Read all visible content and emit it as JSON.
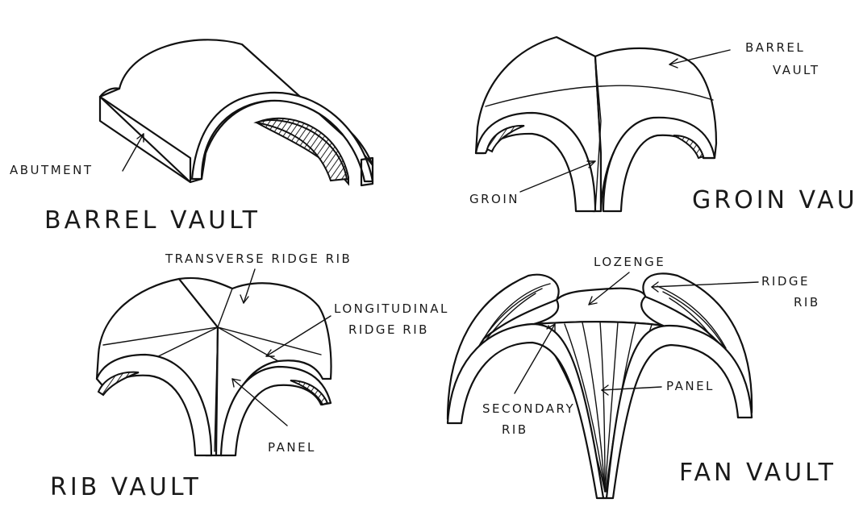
{
  "barrel_vault": {
    "title": "BARREL VAULT",
    "labels": {
      "abutment": "ABUTMENT"
    }
  },
  "groin_vault": {
    "title": "GROIN VAULT",
    "labels": {
      "barrel_vault_line1": "BARREL",
      "barrel_vault_line2": "VAULT",
      "groin": "GROIN"
    }
  },
  "rib_vault": {
    "title": "RIB VAULT",
    "labels": {
      "transverse_ridge_rib": "TRANSVERSE RIDGE RIB",
      "longitudinal_line1": "LONGITUDINAL",
      "longitudinal_line2": "RIDGE RIB",
      "panel": "PANEL"
    }
  },
  "fan_vault": {
    "title": "FAN VAULT",
    "labels": {
      "lozenge": "LOZENGE",
      "ridge_rib_line1": "RIDGE",
      "ridge_rib_line2": "RIB",
      "secondary_rib_line1": "SECONDARY",
      "secondary_rib_line2": "RIB",
      "panel": "PANEL"
    }
  }
}
